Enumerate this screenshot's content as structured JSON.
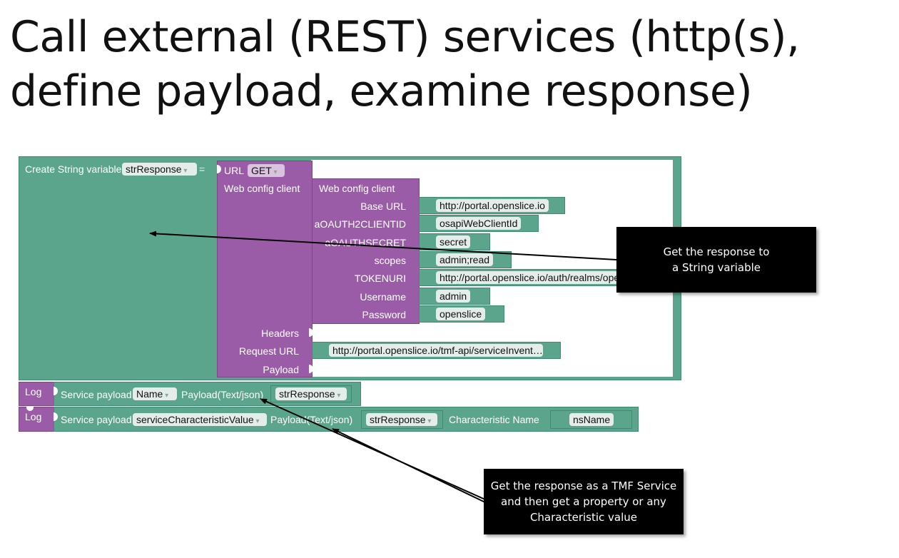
{
  "slide_title": "Call external (REST) services (http(s), define payload, examine response)",
  "create_block": {
    "label": "Create String variable",
    "variable": "strResponse",
    "equals": "="
  },
  "url_block": {
    "label": "URL",
    "method": "GET",
    "web_config_label": "Web config client",
    "headers_label": "Headers",
    "request_url_label": "Request URL",
    "request_url_value": "http://portal.openslice.io/tmf-api/serviceInvent…",
    "payload_label": "Payload"
  },
  "web_config_block": {
    "label": "Web config client",
    "fields": [
      {
        "label": "Base URL",
        "value": "http://portal.openslice.io"
      },
      {
        "label": "aOAUTH2CLIENTID",
        "value": "osapiWebClientId"
      },
      {
        "label": "aOAUTHSECRET",
        "value": "secret"
      },
      {
        "label": "scopes",
        "value": "admin;read"
      },
      {
        "label": "TOKENURI",
        "value": "http://portal.openslice.io/auth/realms/openslice"
      },
      {
        "label": "Username",
        "value": "admin"
      },
      {
        "label": "Password",
        "value": "openslice"
      }
    ]
  },
  "log1": {
    "log_label": "Log",
    "service_payload_label": "Service payload",
    "field": "Name",
    "payload_label": "Payload(Text/json)",
    "payload_var": "strResponse"
  },
  "log2": {
    "log_label": "Log",
    "service_payload_label": "Service payload",
    "field": "serviceCharacteristicValue",
    "payload_label": "Payload(Text/json)",
    "payload_var": "strResponse",
    "char_name_label": "Characteristic Name",
    "char_name_value": "nsName"
  },
  "callouts": {
    "top": "Get the response to\na String variable",
    "bottom": "Get the response as a TMF Service\nand then get a property or any\nCharacteristic value"
  },
  "colors": {
    "teal": "#5ba58c",
    "purple": "#9a5ca6",
    "callout_bg": "#000000"
  }
}
